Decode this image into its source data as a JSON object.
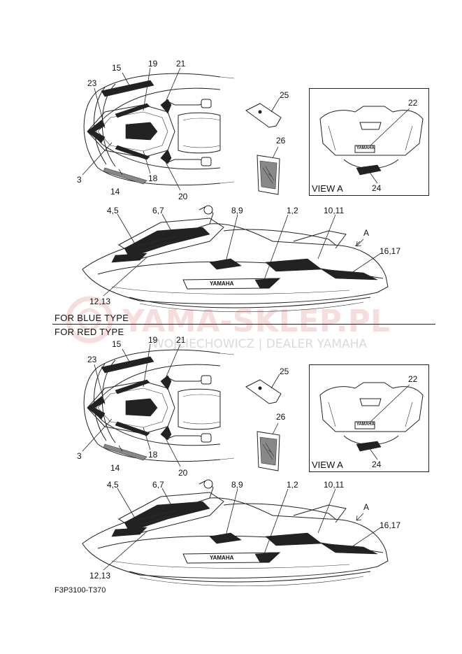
{
  "sections": [
    {
      "type_label": "FOR BLUE TYPE",
      "callouts": {
        "c15": "15",
        "c19": "19",
        "c21": "21",
        "c23": "23",
        "c3": "3",
        "c14": "14",
        "c18": "18",
        "c20": "20",
        "c25": "25",
        "c26": "26",
        "c22": "22",
        "c24": "24",
        "c45": "4,5",
        "c67": "6,7",
        "c89": "8,9",
        "c12": "1,2",
        "c1011": "10,11",
        "cA": "A",
        "c1617": "16,17",
        "c1213": "12,13"
      },
      "view_label": "VIEW A",
      "decal_text": "YAMAHA",
      "hull_text": "YAMAHA"
    },
    {
      "type_label": "FOR RED TYPE",
      "callouts": {
        "c15": "15",
        "c19": "19",
        "c21": "21",
        "c23": "23",
        "c3": "3",
        "c14": "14",
        "c18": "18",
        "c20": "20",
        "c25": "25",
        "c26": "26",
        "c22": "22",
        "c24": "24",
        "c45": "4,5",
        "c67": "6,7",
        "c89": "8,9",
        "c12": "1,2",
        "c1011": "10,11",
        "cA": "A",
        "c1617": "16,17",
        "c1213": "12,13"
      },
      "view_label": "VIEW A",
      "decal_text": "YAMAHA",
      "hull_text": "YAMAHA"
    }
  ],
  "watermark": {
    "main": "YAMA-SKLEP.PL",
    "sub": "WOJCIECHOWICZ | DEALER YAMAHA"
  },
  "figure_code": "F3P3100-T370"
}
